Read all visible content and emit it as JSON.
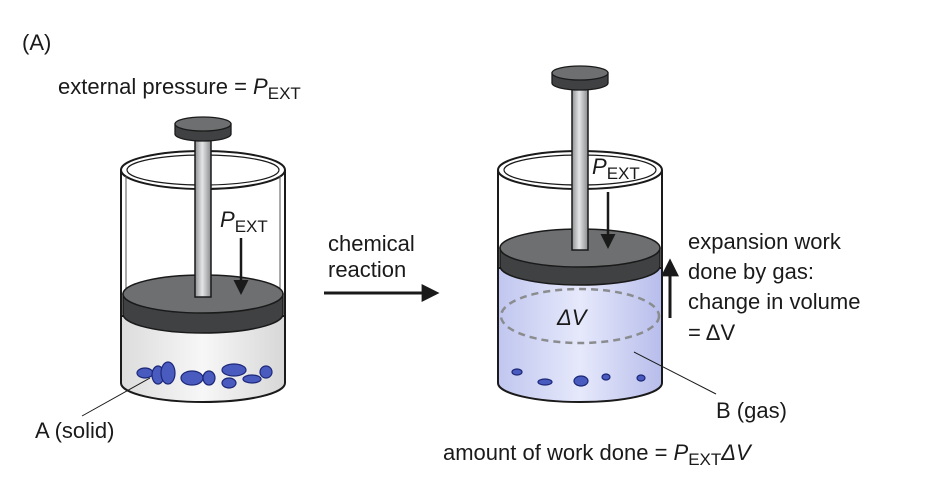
{
  "panel_label": "(A)",
  "external_pressure": {
    "text": "external pressure = ",
    "symbol": "P",
    "subscript": "EXT"
  },
  "left_cylinder": {
    "pressure_symbol": "P",
    "pressure_subscript": "EXT",
    "solid_label": "A (solid)"
  },
  "reaction_arrow": {
    "line1": "chemical",
    "line2": "reaction"
  },
  "right_cylinder": {
    "pressure_symbol": "P",
    "pressure_subscript": "EXT",
    "delta_v": "ΔV",
    "gas_label": "B (gas)"
  },
  "expansion_note": {
    "line1": "expansion work",
    "line2": "done by gas:",
    "line3": "change in volume",
    "line4": "= ΔV"
  },
  "work_equation": {
    "text": "amount of work done = ",
    "symbol": "P",
    "subscript": "EXT",
    "delta": "ΔV"
  },
  "colors": {
    "piston": "#6d6f71",
    "piston_dark": "#3f4143",
    "rod": "#a9abad",
    "particles": "#4a5bbf",
    "gas": "#c4c9f2",
    "outline": "#1a1a1a"
  }
}
